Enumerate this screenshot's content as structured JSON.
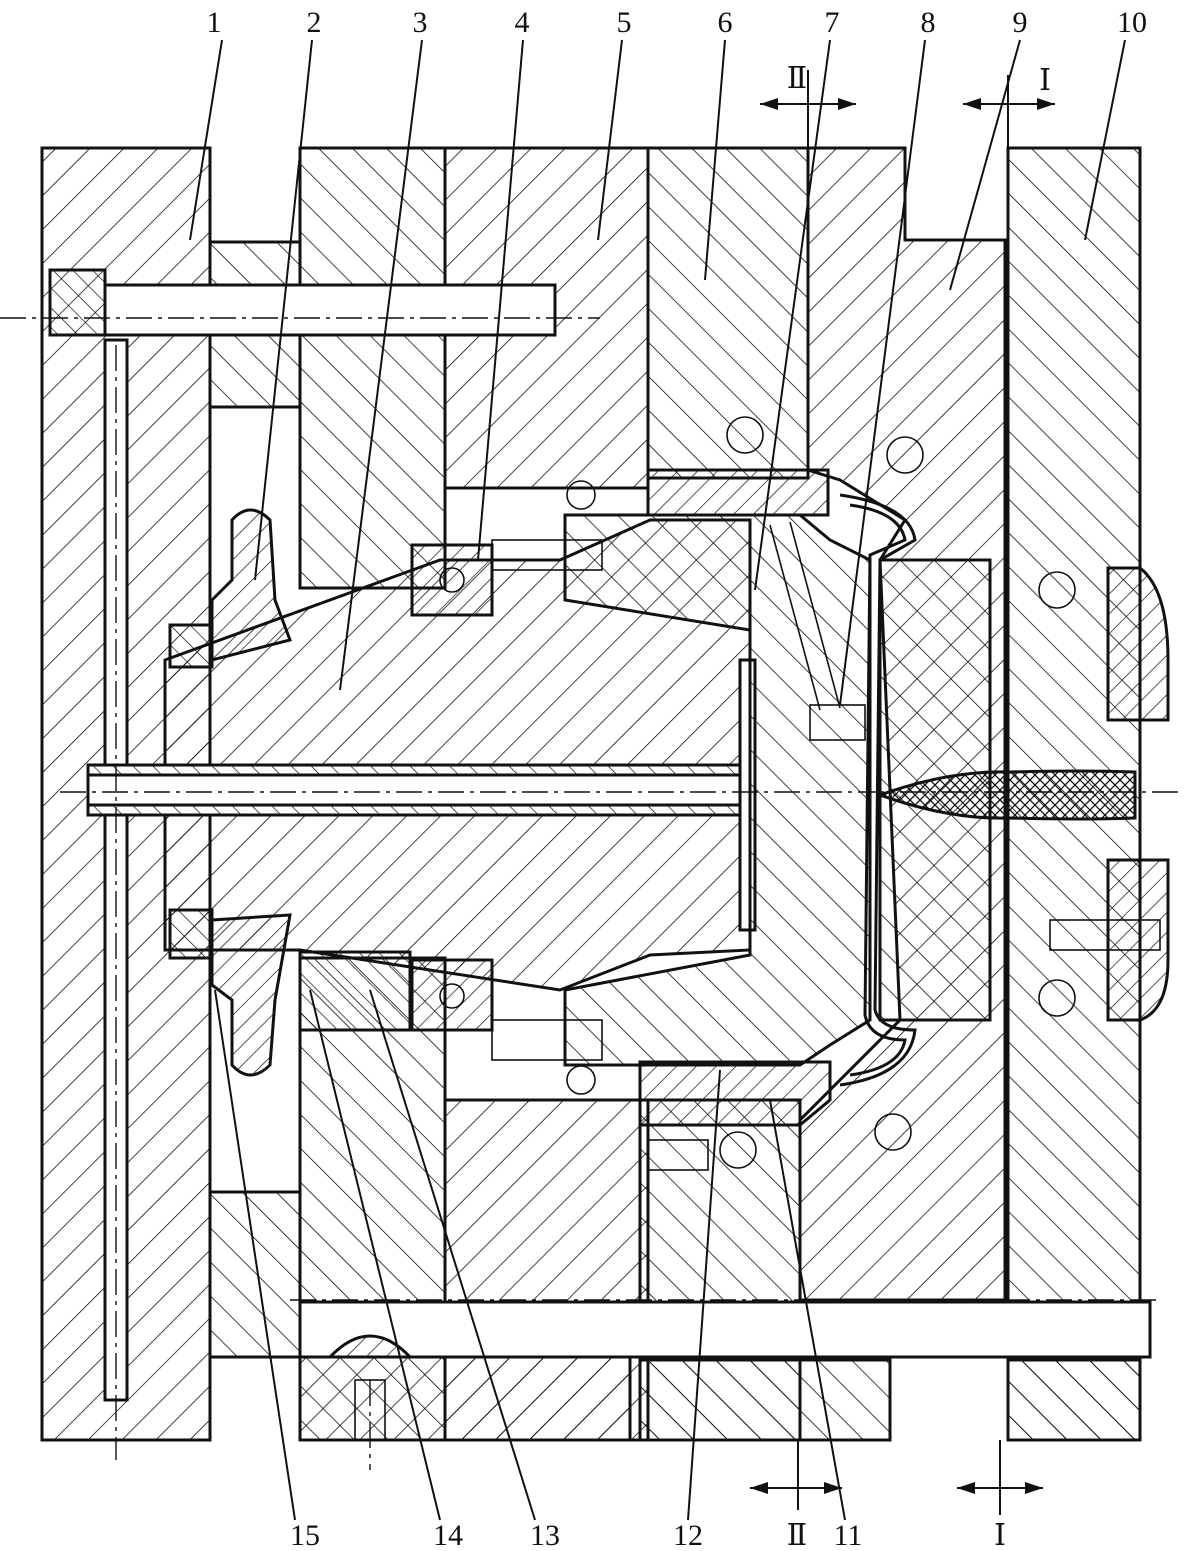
{
  "colors": {
    "ink": "#111111",
    "paper": "#ffffff"
  },
  "top_labels": [
    "1",
    "2",
    "3",
    "4",
    "5",
    "6",
    "7",
    "8",
    "9",
    "10"
  ],
  "bottom_labels": [
    "15",
    "14",
    "13",
    "12",
    "11"
  ],
  "section_marks": {
    "top_left": "Ⅱ",
    "top_right": "Ⅰ",
    "bottom_left": "Ⅱ",
    "bottom_right": "Ⅰ"
  }
}
